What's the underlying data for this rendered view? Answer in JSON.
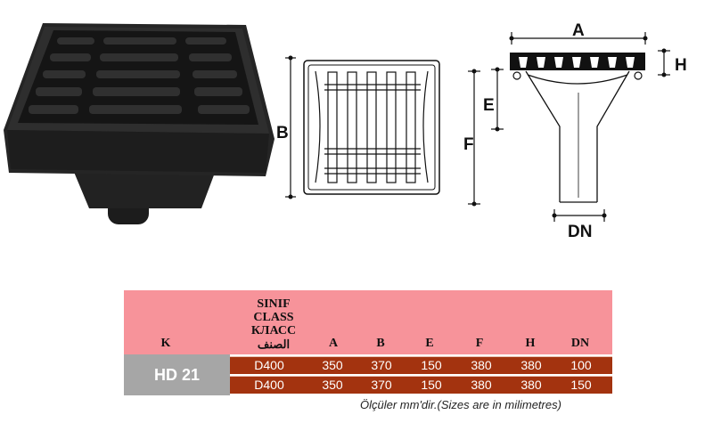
{
  "drawing": {
    "label_a": "A",
    "label_b": "B",
    "label_e": "E",
    "label_f": "F",
    "label_h": "H",
    "label_dn": "DN"
  },
  "table": {
    "head_k": "K",
    "class_head": [
      "SINIF",
      "CLASS",
      "КЛАСС",
      "الصنف"
    ],
    "col_a": "A",
    "col_b": "B",
    "col_e": "E",
    "col_f": "F",
    "col_h": "H",
    "col_dn": "DN",
    "model": "HD 21",
    "rows": [
      {
        "class": "D400",
        "a": "350",
        "b": "370",
        "e": "150",
        "f": "380",
        "h": "380",
        "dn": "100"
      },
      {
        "class": "D400",
        "a": "350",
        "b": "370",
        "e": "150",
        "f": "380",
        "h": "380",
        "dn": "150"
      }
    ],
    "note": "Ölçüler mm'dir.(Sizes are in milimetres)"
  },
  "colors": {
    "header": "#f7939a",
    "row": "#a3330f",
    "model": "#a6a6a6"
  }
}
